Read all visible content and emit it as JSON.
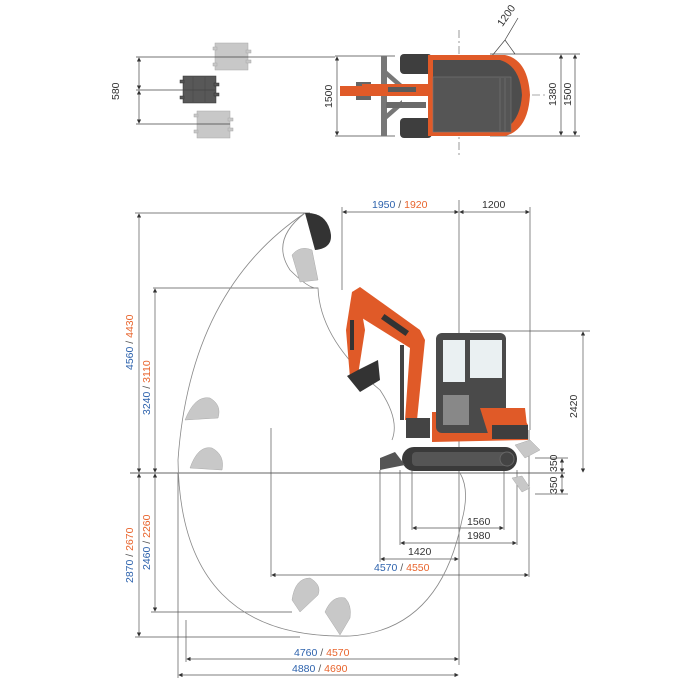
{
  "legend_colors": {
    "variant_a": "#2e63ad",
    "variant_b": "#e8642c",
    "machine_orange": "#e05a28",
    "machine_dark": "#4a4a4a",
    "bucket_ghost": "#c4c4c4"
  },
  "top_view": {
    "bucket_offset": "580",
    "front_width": "1500",
    "tail_swing_radius": "1200",
    "upper_width": "1380",
    "track_width": "1500"
  },
  "side_view": {
    "boom_offset": {
      "a": "1950",
      "sep": " / ",
      "b": "1920"
    },
    "rear_overhang": "1200",
    "max_height": {
      "a": "4560",
      "sep": " / ",
      "b": "4430"
    },
    "max_dump_height": {
      "a": "3240",
      "sep": " / ",
      "b": "3110"
    },
    "cab_height": "2420",
    "blade_lift": "350",
    "blade_drop": "350",
    "max_dig_depth": {
      "a": "2870",
      "sep": " / ",
      "b": "2670"
    },
    "vertical_wall_depth": {
      "a": "2460",
      "sep": " / ",
      "b": "2260"
    },
    "track_length_contact": "1560",
    "track_length": "1980",
    "blade_distance": "1420",
    "min_swing_radius": {
      "a": "4570",
      "sep": " / ",
      "b": "4550"
    },
    "max_dig_reach_ground": {
      "a": "4760",
      "sep": " / ",
      "b": "4570"
    },
    "max_dig_reach": {
      "a": "4880",
      "sep": " / ",
      "b": "4690"
    }
  }
}
